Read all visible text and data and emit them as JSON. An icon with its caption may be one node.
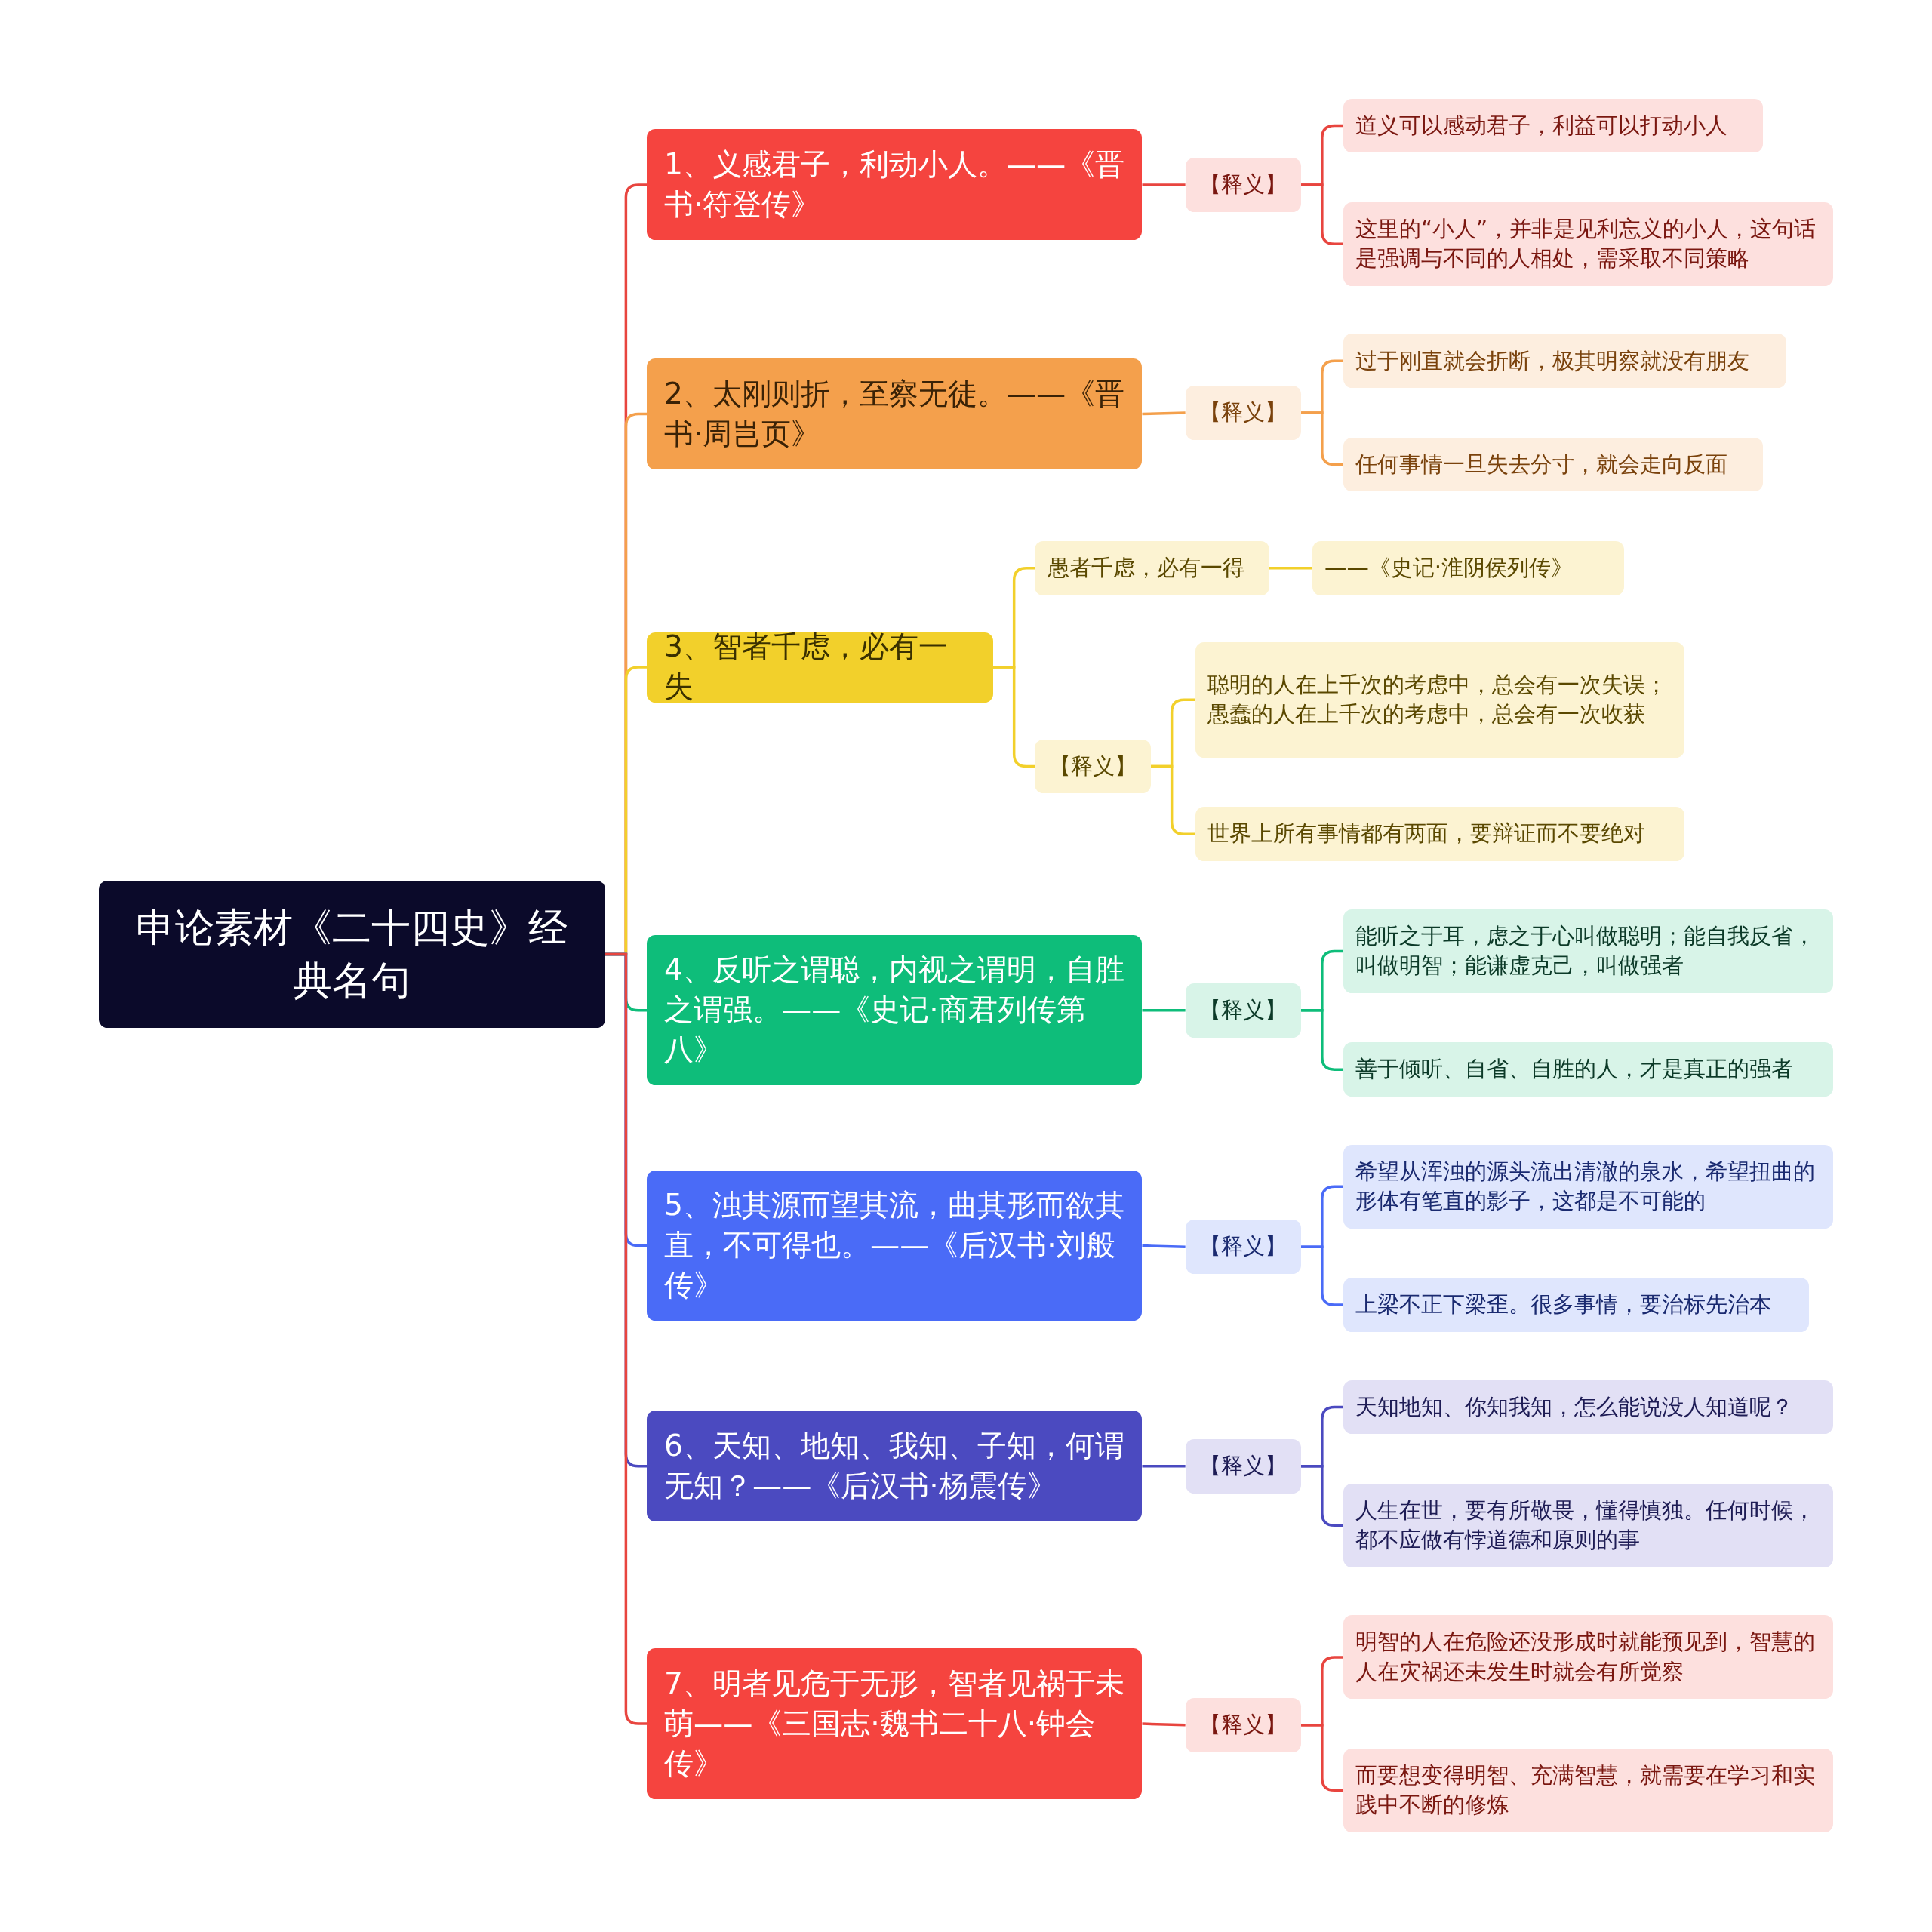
{
  "diagram": {
    "nodes": [
      {
        "text": [
          "申论素材《二十四史》经典名句"
        ]
      },
      {
        "text": [
          "1、义感君子，利动小人。——《晋书·符登传》"
        ]
      },
      {
        "text": [
          "【释义】"
        ]
      },
      {
        "text": [
          "道义可以感动君子，利益可以打动小人"
        ]
      },
      {
        "text": [
          "这里的“小人”，并非是见利忘义的小人，这句话是强调与不同的人相处，需采取不同策略"
        ]
      },
      {
        "text": [
          "2、太刚则折，至察无徒。——《晋书·周岂页》"
        ]
      },
      {
        "text": [
          "【释义】"
        ]
      },
      {
        "text": [
          "过于刚直就会折断，极其明察就没有朋友"
        ]
      },
      {
        "text": [
          "任何事情一旦失去分寸，就会走向反面"
        ]
      },
      {
        "text": [
          "3、智者千虑，必有一失"
        ]
      },
      {
        "text": [
          "愚者千虑，必有一得"
        ]
      },
      {
        "text": [
          "——《史记·淮阴侯列传》"
        ]
      },
      {
        "text": [
          "【释义】"
        ]
      },
      {
        "text": [
          "聪明的人在上千次的考虑中，总会有一次失误；愚蠢的人在上千次的考虑中，总会有一次收获"
        ]
      },
      {
        "text": [
          "世界上所有事情都有两面，要辩证而不要绝对"
        ]
      },
      {
        "text": [
          "4、反听之谓聪，内视之谓明，自胜之谓强。——《史记·商君列传第八》"
        ]
      },
      {
        "text": [
          "【释义】"
        ]
      },
      {
        "text": [
          "能听之于耳，虑之于心叫做聪明；能自我反省，叫做明智；能谦虚克己，叫做强者"
        ]
      },
      {
        "text": [
          "善于倾听、自省、自胜的人，才是真正的强者"
        ]
      },
      {
        "text": [
          "5、浊其源而望其流，曲其形而欲其直，不可得也。——《后汉书·刘般传》"
        ]
      },
      {
        "text": [
          "【释义】"
        ]
      },
      {
        "text": [
          "希望从浑浊的源头流出清澈的泉水，希望扭曲的形体有笔直的影子，这都是不可能的"
        ]
      },
      {
        "text": [
          "上梁不正下梁歪。很多事情，要治标先治本"
        ]
      },
      {
        "text": [
          "6、天知、地知、我知、子知，何谓无知？——《后汉书·杨震传》"
        ]
      },
      {
        "text": [
          "【释义】"
        ]
      },
      {
        "text": [
          "天知地知、你知我知，怎么能说没人知道呢？"
        ]
      },
      {
        "text": [
          "人生在世，要有所敬畏，懂得慎独。任何时候，都不应做有悖道德和原则的事"
        ]
      },
      {
        "text": [
          "7、明者见危于无形，智者见祸于未萌——《三国志·魏书二十八·钟会传》"
        ]
      },
      {
        "text": [
          "【释义】"
        ]
      },
      {
        "text": [
          "明智的人在危险还没形成时就能预见到，智慧的人在灾祸还未发生时就会有所觉察"
        ]
      },
      {
        "text": [
          "而要想变得明智、充满智慧，就需要在学习和实践中不断的修炼"
        ]
      }
    ],
    "edges": [
      {
        "from": 0,
        "to": 1,
        "arrow": "none",
        "color": "#e8453f"
      },
      {
        "from": 1,
        "to": 2,
        "arrow": "none",
        "color": "#e8453f"
      },
      {
        "from": 2,
        "to": 3,
        "arrow": "none",
        "color": "#e8453f"
      },
      {
        "from": 2,
        "to": 4,
        "arrow": "none",
        "color": "#e8453f"
      },
      {
        "from": 0,
        "to": 5,
        "arrow": "none",
        "color": "#f4a04c"
      },
      {
        "from": 5,
        "to": 6,
        "arrow": "none",
        "color": "#f4a04c"
      },
      {
        "from": 6,
        "to": 7,
        "arrow": "none",
        "color": "#f4a04c"
      },
      {
        "from": 6,
        "to": 8,
        "arrow": "none",
        "color": "#f4a04c"
      },
      {
        "from": 0,
        "to": 9,
        "arrow": "none",
        "color": "#f2d02b"
      },
      {
        "from": 9,
        "to": 10,
        "arrow": "none",
        "color": "#f2d02b"
      },
      {
        "from": 10,
        "to": 11,
        "arrow": "none",
        "color": "#f2d02b"
      },
      {
        "from": 9,
        "to": 12,
        "arrow": "none",
        "color": "#f2d02b"
      },
      {
        "from": 12,
        "to": 13,
        "arrow": "none",
        "color": "#f2d02b"
      },
      {
        "from": 12,
        "to": 14,
        "arrow": "none",
        "color": "#f2d02b"
      },
      {
        "from": 0,
        "to": 15,
        "arrow": "none",
        "color": "#0ebd7a"
      },
      {
        "from": 15,
        "to": 16,
        "arrow": "none",
        "color": "#0ebd7a"
      },
      {
        "from": 16,
        "to": 17,
        "arrow": "none",
        "color": "#0ebd7a"
      },
      {
        "from": 16,
        "to": 18,
        "arrow": "none",
        "color": "#0ebd7a"
      },
      {
        "from": 0,
        "to": 19,
        "arrow": "none",
        "color": "#4a6bf7"
      },
      {
        "from": 19,
        "to": 20,
        "arrow": "none",
        "color": "#4a6bf7"
      },
      {
        "from": 20,
        "to": 21,
        "arrow": "none",
        "color": "#4a6bf7"
      },
      {
        "from": 20,
        "to": 22,
        "arrow": "none",
        "color": "#4a6bf7"
      },
      {
        "from": 0,
        "to": 23,
        "arrow": "none",
        "color": "#4b4ac0"
      },
      {
        "from": 23,
        "to": 24,
        "arrow": "none",
        "color": "#4b4ac0"
      },
      {
        "from": 24,
        "to": 25,
        "arrow": "none",
        "color": "#4b4ac0"
      },
      {
        "from": 24,
        "to": 26,
        "arrow": "none",
        "color": "#4b4ac0"
      },
      {
        "from": 0,
        "to": 27,
        "arrow": "none",
        "color": "#e8453f"
      },
      {
        "from": 27,
        "to": 28,
        "arrow": "none",
        "color": "#e8453f"
      },
      {
        "from": 28,
        "to": 29,
        "arrow": "none",
        "color": "#e8453f"
      },
      {
        "from": 28,
        "to": 30,
        "arrow": "none",
        "color": "#e8453f"
      }
    ]
  }
}
